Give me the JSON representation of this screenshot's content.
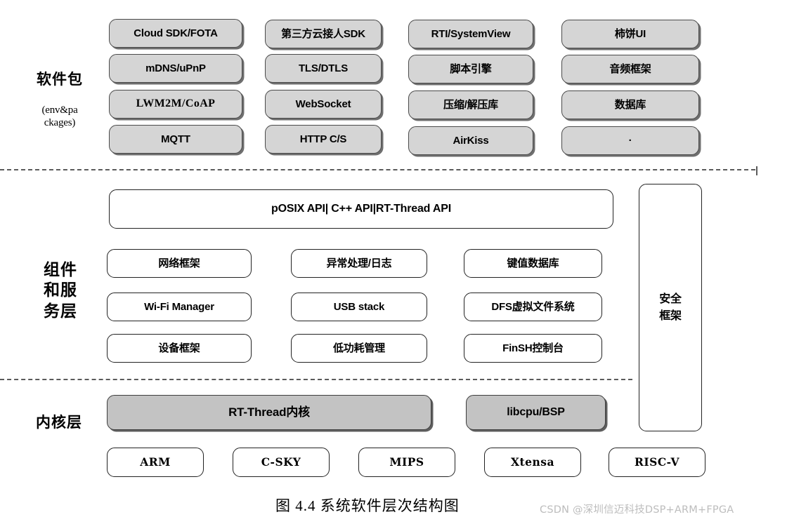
{
  "diagram": {
    "caption": "图 4.4 系统软件层次结构图",
    "watermark": "CSDN @深圳信迈科技DSP+ARM+FPGA"
  },
  "layers": {
    "packages": {
      "label_main": "软件包",
      "label_sub": "(env&pa\nckages)",
      "columns": [
        {
          "items": [
            "Cloud SDK/FOTA",
            "mDNS/uPnP",
            "LWM2M/CoAP",
            "MQTT"
          ]
        },
        {
          "items": [
            "第三方云接人SDK",
            "TLS/DTLS",
            "WebSocket",
            "HTTP C/S"
          ]
        },
        {
          "items": [
            "RTI/SystemView",
            "脚本引擎",
            "压缩/解压库",
            "AirKiss"
          ]
        },
        {
          "items": [
            "柿饼UI",
            "音频框架",
            "数据库",
            "·"
          ]
        }
      ]
    },
    "components": {
      "label_main": "组件\n和服\n务层",
      "api_bar": "pOSIX API| C++ API|RT-Thread API",
      "columns": [
        {
          "items": [
            "网络框架",
            "Wi-Fi Manager",
            "设备框架"
          ]
        },
        {
          "items": [
            "异常处理/日志",
            "USB stack",
            "低功耗管理"
          ]
        },
        {
          "items": [
            "键值数据库",
            "DFS虚拟文件系统",
            "FinSH控制台"
          ]
        }
      ],
      "security": "安全\n框架"
    },
    "kernel": {
      "label_main": "内核层",
      "kernel_box": "RT-Thread内核",
      "bsp_box": "libcpu/BSP",
      "architectures": [
        "ARM",
        "C-SKY",
        "MIPS",
        "Xtensa",
        "RISC-V"
      ]
    }
  },
  "colors": {
    "package_fill": "#d5d5d5",
    "kernel_fill": "#c3c3c3",
    "box_stroke": "#1a1a1a",
    "divider": "#5b5b5b",
    "watermark": "#bdbdbd"
  }
}
